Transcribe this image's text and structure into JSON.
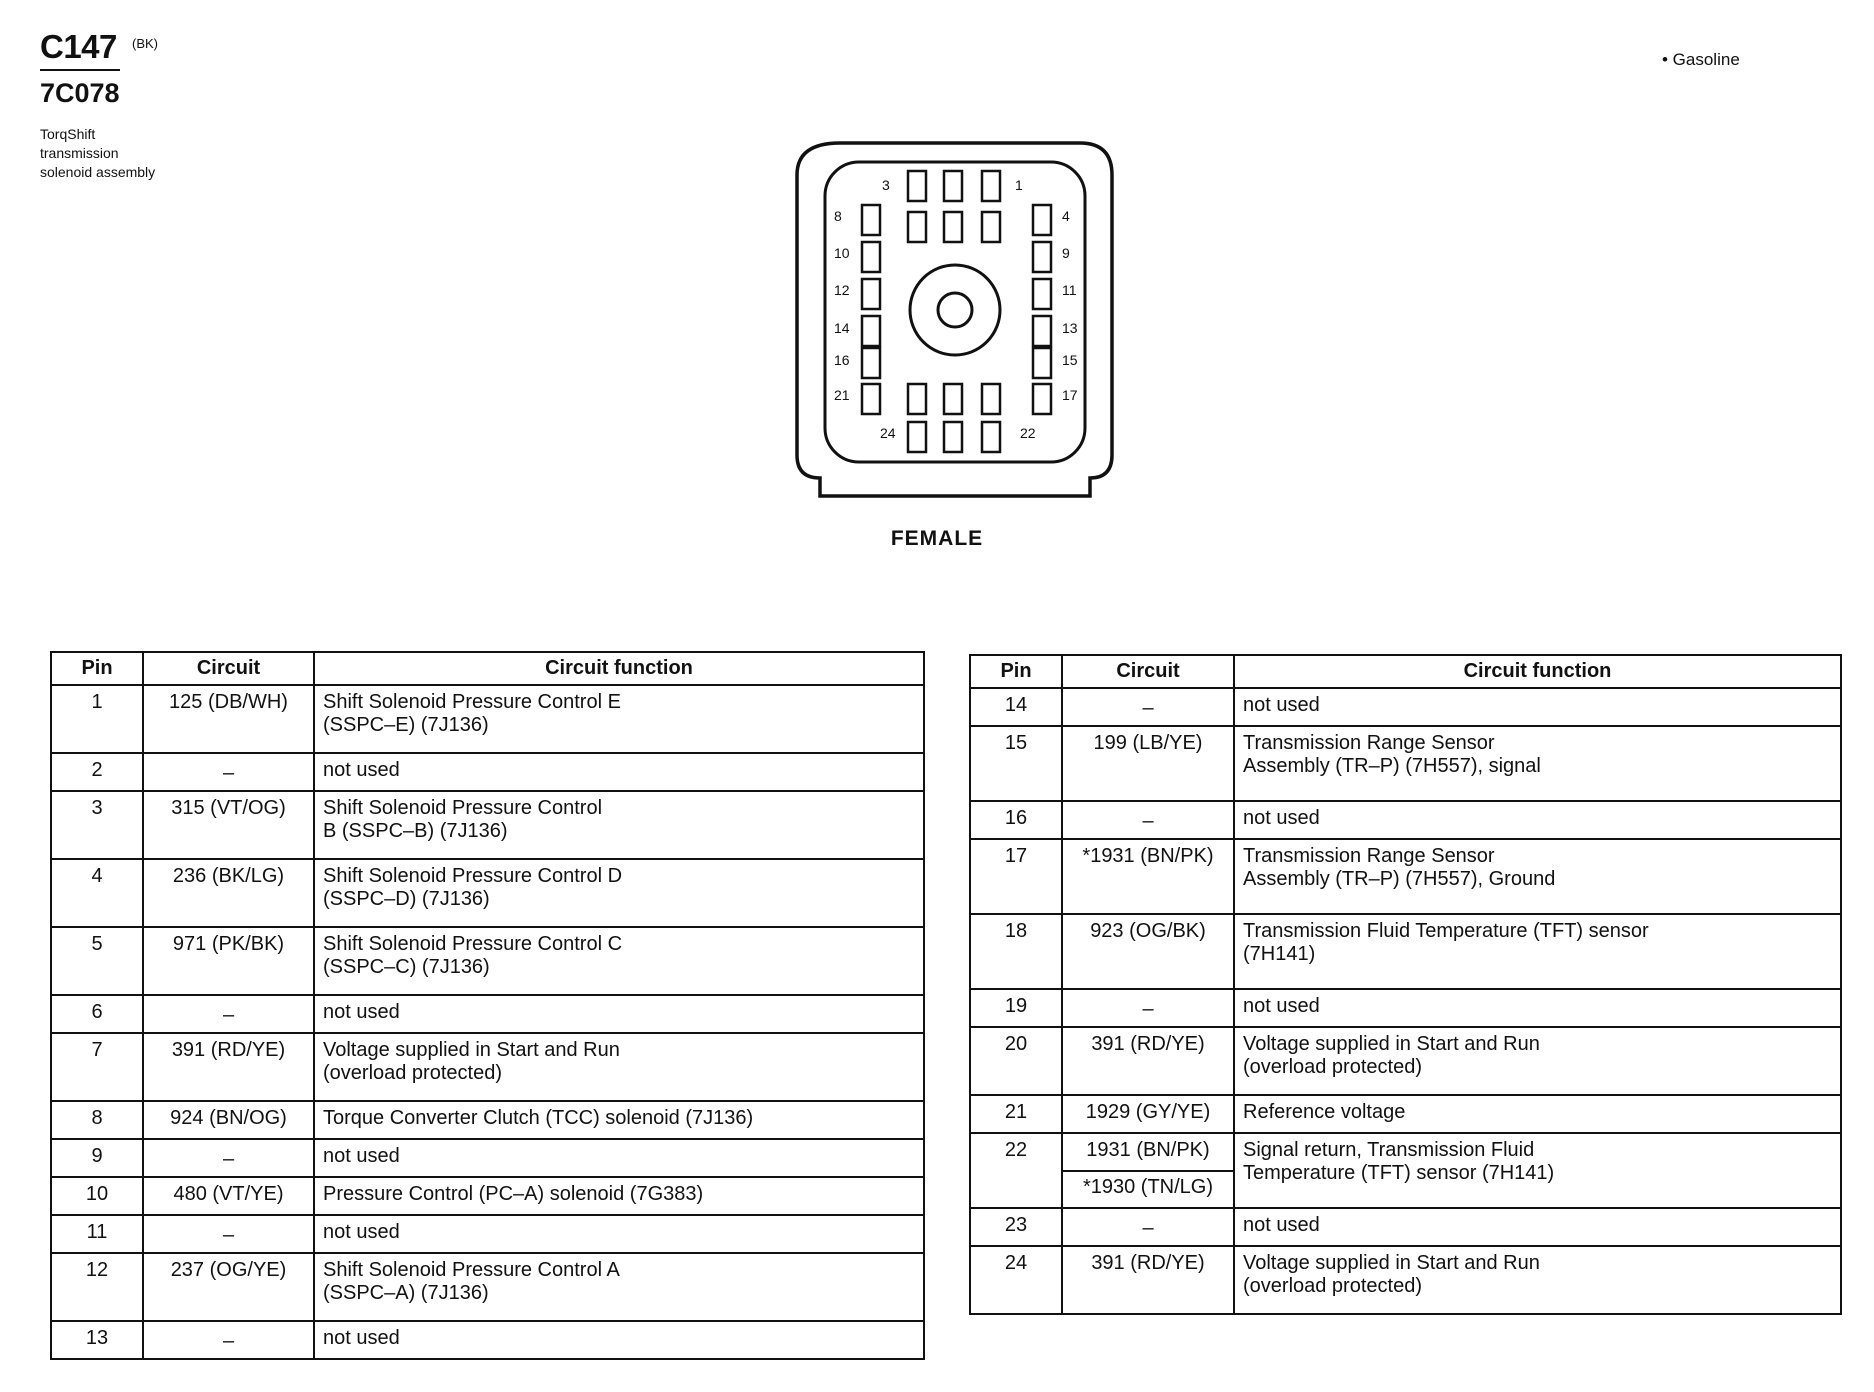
{
  "header": {
    "connector_id": "C147",
    "connector_color": "(BK)",
    "part_number": "7C078",
    "description_lines": [
      "TorqShift",
      "transmission",
      "solenoid assembly"
    ],
    "variant_note": "• Gasoline"
  },
  "connector": {
    "gender": "FEMALE",
    "pin_labels": [
      "3",
      "1",
      "8",
      "4",
      "10",
      "9",
      "12",
      "11",
      "14",
      "13",
      "16",
      "15",
      "21",
      "17",
      "24",
      "22"
    ]
  },
  "table_headers": {
    "pin": "Pin",
    "circuit": "Circuit",
    "function": "Circuit function"
  },
  "left_table": [
    {
      "pin": "1",
      "circuit": "125 (DB/WH)",
      "function_lines": [
        "Shift Solenoid Pressure Control E",
        "(SSPC–E) (7J136)"
      ]
    },
    {
      "pin": "2",
      "circuit": "–",
      "function_lines": [
        "not used"
      ]
    },
    {
      "pin": "3",
      "circuit": "315 (VT/OG)",
      "function_lines": [
        "Shift Solenoid Pressure Control",
        "B (SSPC–B) (7J136)"
      ]
    },
    {
      "pin": "4",
      "circuit": "236 (BK/LG)",
      "function_lines": [
        "Shift Solenoid Pressure Control D",
        "(SSPC–D) (7J136)"
      ]
    },
    {
      "pin": "5",
      "circuit": "971 (PK/BK)",
      "function_lines": [
        "Shift Solenoid Pressure Control C",
        "(SSPC–C) (7J136)"
      ]
    },
    {
      "pin": "6",
      "circuit": "–",
      "function_lines": [
        "not used"
      ]
    },
    {
      "pin": "7",
      "circuit": "391 (RD/YE)",
      "function_lines": [
        "Voltage supplied in Start and Run",
        "(overload protected)"
      ]
    },
    {
      "pin": "8",
      "circuit": "924 (BN/OG)",
      "function_lines": [
        "Torque Converter Clutch (TCC) solenoid (7J136)"
      ]
    },
    {
      "pin": "9",
      "circuit": "–",
      "function_lines": [
        "not used"
      ]
    },
    {
      "pin": "10",
      "circuit": "480 (VT/YE)",
      "function_lines": [
        "Pressure Control (PC–A) solenoid (7G383)"
      ]
    },
    {
      "pin": "11",
      "circuit": "–",
      "function_lines": [
        "not used"
      ]
    },
    {
      "pin": "12",
      "circuit": "237 (OG/YE)",
      "function_lines": [
        "Shift Solenoid Pressure Control A",
        "(SSPC–A) (7J136)"
      ]
    },
    {
      "pin": "13",
      "circuit": "–",
      "function_lines": [
        "not used"
      ]
    }
  ],
  "right_table": [
    {
      "pin": "14",
      "circuit": "–",
      "function_lines": [
        "not used"
      ]
    },
    {
      "pin": "15",
      "circuit": "199 (LB/YE)",
      "function_lines": [
        "Transmission Range Sensor",
        "Assembly (TR–P) (7H557), signal"
      ]
    },
    {
      "pin": "16",
      "circuit": "–",
      "function_lines": [
        "not used"
      ]
    },
    {
      "pin": "17",
      "circuit": "*1931 (BN/PK)",
      "function_lines": [
        "Transmission Range Sensor",
        "Assembly (TR–P) (7H557), Ground"
      ]
    },
    {
      "pin": "18",
      "circuit": "923 (OG/BK)",
      "function_lines": [
        "Transmission Fluid Temperature (TFT) sensor",
        "(7H141)"
      ]
    },
    {
      "pin": "19",
      "circuit": "–",
      "function_lines": [
        "not used"
      ]
    },
    {
      "pin": "20",
      "circuit": "391 (RD/YE)",
      "function_lines": [
        "Voltage supplied in Start and Run",
        "(overload protected)"
      ]
    },
    {
      "pin": "21",
      "circuit": "1929 (GY/YE)",
      "function_lines": [
        "Reference voltage"
      ]
    },
    {
      "pin": "22",
      "circuit": "1931 (BN/PK)",
      "circuit_alt": "*1930 (TN/LG)",
      "function_lines": [
        "Signal return, Transmission Fluid",
        "Temperature (TFT) sensor (7H141)"
      ]
    },
    {
      "pin": "23",
      "circuit": "–",
      "function_lines": [
        "not used"
      ]
    },
    {
      "pin": "24",
      "circuit": "391 (RD/YE)",
      "function_lines": [
        "Voltage supplied in Start and Run",
        "(overload protected)"
      ]
    }
  ]
}
